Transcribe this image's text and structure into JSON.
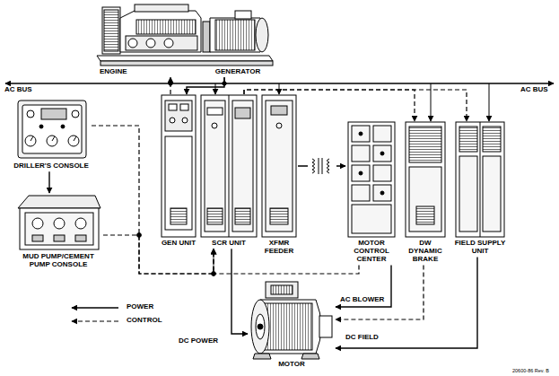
{
  "diagram": {
    "nodes": [
      {
        "text": [
          "ENGINE"
        ]
      },
      {
        "text": [
          "GENERATOR"
        ]
      },
      {
        "text": [
          "DRILLER'S CONSOLE"
        ]
      },
      {
        "text": [
          "MUD PUMP/CEMENT PUMP CONSOLE"
        ]
      },
      {
        "text": [
          "GEN UNIT"
        ]
      },
      {
        "text": [
          "SCR UNIT"
        ]
      },
      {
        "text": [
          "XFMR FEEDER"
        ]
      },
      {
        "text": [
          "MOTOR CONTROL CENTER"
        ]
      },
      {
        "text": [
          "DW DYNAMIC BRAKE"
        ]
      },
      {
        "text": [
          "FIELD SUPPLY UNIT"
        ]
      },
      {
        "text": [
          "MOTOR"
        ]
      }
    ],
    "edges": [
      {
        "from": 4,
        "to": 0,
        "arrow": "to"
      },
      {
        "from": 1,
        "to": 4,
        "arrow": "to"
      },
      {
        "from": 2,
        "to": 3,
        "arrow": "to"
      },
      {
        "from": 2,
        "to": 5,
        "arrow": "to"
      },
      {
        "from": 3,
        "to": 5,
        "arrow": "to"
      },
      {
        "from": 7,
        "to": 5,
        "arrow": "none"
      },
      {
        "from": 5,
        "to": 10,
        "label": "DC POWER",
        "arrow": "to"
      },
      {
        "from": 7,
        "to": 10,
        "label": "AC BLOWER",
        "arrow": "to"
      },
      {
        "from": 8,
        "to": 10,
        "arrow": "to"
      },
      {
        "from": 9,
        "to": 10,
        "label": "DC FIELD",
        "arrow": "to"
      },
      {
        "from": 5,
        "to": 8,
        "arrow": "to"
      },
      {
        "from": 5,
        "to": 9,
        "arrow": "to"
      },
      {
        "from": 6,
        "to": 7,
        "arrow": "to"
      }
    ],
    "labels": [
      "AC BUS",
      "AC BUS",
      "20600-86 Rev. B"
    ],
    "legend": [
      {
        "text": "POWER"
      },
      {
        "text": "CONTROL"
      }
    ]
  }
}
